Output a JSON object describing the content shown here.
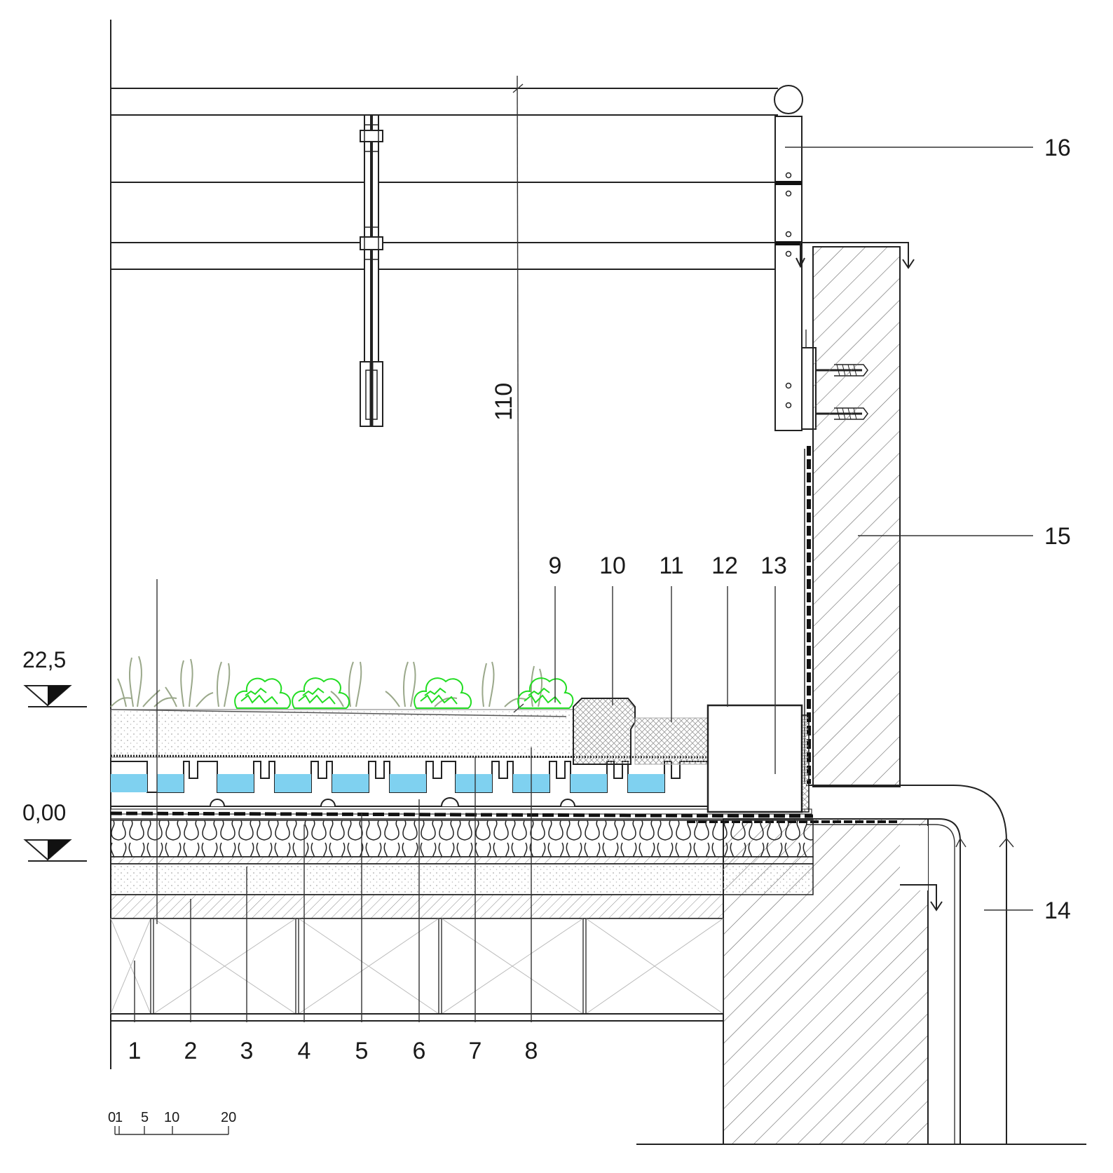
{
  "colors": {
    "line": "#222222",
    "water": "#7fd1f0",
    "plant_green": "#22dd22",
    "plant_grass": "#9aa88a",
    "hatch": "#555555",
    "membrane": "#111111"
  },
  "levels": [
    {
      "id": "top",
      "text": "22,5"
    },
    {
      "id": "base",
      "text": "0,00"
    }
  ],
  "dimension": {
    "text": "110"
  },
  "labels_bottom": [
    "1",
    "2",
    "3",
    "4",
    "5",
    "6",
    "7",
    "8"
  ],
  "labels_top": [
    "9",
    "10",
    "11",
    "12",
    "13"
  ],
  "labels_right": [
    "16",
    "15",
    "14"
  ],
  "scale_bar": {
    "ticks": [
      "0",
      "1",
      "5",
      "10",
      "20"
    ]
  }
}
